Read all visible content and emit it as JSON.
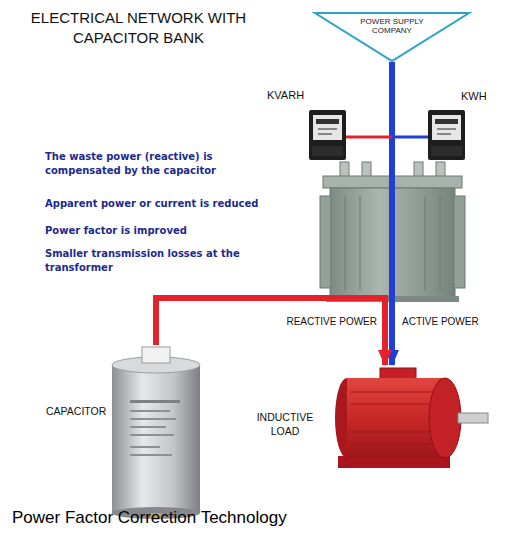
{
  "diagram": {
    "title": "ELECTRICAL NETWORK WITH CAPACITOR BANK",
    "caption": "Power Factor Correction Technology",
    "nodes": [
      {
        "text": [
          "POWER SUPPLY COMPANY"
        ]
      },
      {
        "text": [
          "KVARH"
        ]
      },
      {
        "text": [
          "KWH"
        ]
      },
      {
        "text": [
          "CAPACITOR"
        ]
      },
      {
        "text": [
          "INDUCTIVE LOAD"
        ]
      }
    ],
    "edges": [
      {
        "from": 0,
        "to": 4,
        "arrow": "to",
        "label": "ACTIVE POWER"
      },
      {
        "from": 3,
        "to": 4,
        "arrow": "to",
        "label": "REACTIVE POWER"
      },
      {
        "from": 1,
        "to": 2,
        "arrow": "none"
      }
    ],
    "labels": [
      "The waste power (reactive) is compensated by the capacitor",
      "Apparent power or current is reduced",
      "Power factor is improved",
      "Smaller transmission losses at the transformer"
    ]
  }
}
